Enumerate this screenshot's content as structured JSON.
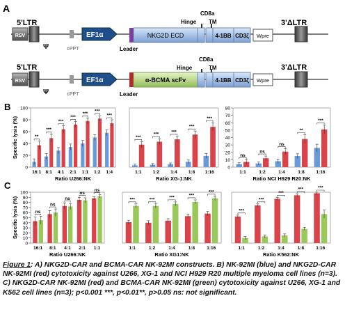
{
  "panels": {
    "a": "A",
    "b": "B",
    "c": "C"
  },
  "construct_a": {
    "ltr5": "5'LTR",
    "ltr3": "3'ΔLTR",
    "rsv": "RSV",
    "psi": "Ψ",
    "cppt": "cPPT",
    "ef1a": "EF1α",
    "leader": "Leader",
    "hinge": "Hinge",
    "cd8a": "CD8a",
    "tm": "TM",
    "ecd": "NKG2D ECD",
    "bb": "4-1BB",
    "cd3z": "CD3ζ",
    "wpre": "Wpre"
  },
  "construct_b": {
    "ltr5": "5'LTR",
    "ltr3": "3'ΔLTR",
    "rsv": "RSV",
    "psi": "Ψ",
    "cppt": "cPPT",
    "ef1a": "EF1α",
    "leader": "Leader",
    "hinge": "Hinge",
    "cd8a": "CD8a",
    "tm": "TM",
    "ecd": "α-BCMA scFv",
    "bb": "4-1BB",
    "cd3z": "CD3ζ",
    "wpre": "Wpre"
  },
  "chart_data": [
    {
      "type": "bar",
      "panel": "B",
      "ylabel": "Specific lysis (%)",
      "xlabel": "Ratio U266:NK",
      "ylim": [
        0,
        100
      ],
      "yticks": [
        0,
        20,
        40,
        60,
        80,
        100
      ],
      "categories": [
        "16:1",
        "8:1",
        "4:1",
        "2:1",
        "1:1",
        "1:2",
        "1:4"
      ],
      "series": [
        {
          "values": [
            9,
            18,
            28,
            34,
            40,
            50,
            58
          ],
          "errors": [
            5,
            5,
            5,
            5,
            5,
            5,
            5
          ]
        },
        {
          "values": [
            37,
            49,
            64,
            72,
            78,
            82,
            74
          ],
          "errors": [
            7,
            7,
            6,
            5,
            5,
            5,
            6
          ]
        }
      ],
      "sig": [
        "**",
        "***",
        "***",
        "***",
        "***",
        "***",
        "***"
      ],
      "colors": [
        "#6a9bd8",
        "#d9444b"
      ]
    },
    {
      "type": "bar",
      "panel": "B",
      "xlabel": "Ratio XG-1:NK",
      "ylim": [
        0,
        100
      ],
      "categories": [
        "1:1",
        "1:2",
        "1:4",
        "1:8",
        "1:16"
      ],
      "series": [
        {
          "values": [
            3,
            4,
            5,
            9,
            19
          ],
          "errors": [
            2,
            2,
            2,
            3,
            4
          ]
        },
        {
          "values": [
            38,
            43,
            47,
            55,
            68
          ],
          "errors": [
            5,
            5,
            5,
            6,
            7
          ]
        }
      ],
      "sig": [
        "***",
        "***",
        "***",
        "***",
        "***"
      ],
      "colors": [
        "#6a9bd8",
        "#d9444b"
      ]
    },
    {
      "type": "bar",
      "panel": "B",
      "xlabel": "Ratio NCI H929 R20:NK",
      "ylim": [
        0,
        80
      ],
      "yticks": [
        0,
        10,
        20,
        30,
        40,
        50,
        60,
        70,
        80
      ],
      "categories": [
        "1:1",
        "1:2",
        "1:4",
        "1:8",
        "1:16"
      ],
      "series": [
        {
          "values": [
            4,
            5,
            8,
            15,
            26
          ],
          "errors": [
            2,
            2,
            3,
            3,
            5
          ]
        },
        {
          "values": [
            7,
            12,
            21,
            38,
            51
          ],
          "errors": [
            3,
            3,
            4,
            6,
            6
          ]
        }
      ],
      "sig": [
        "ns",
        "ns",
        "ns",
        "**",
        "***"
      ],
      "colors": [
        "#6a9bd8",
        "#d9444b"
      ]
    },
    {
      "type": "bar",
      "panel": "C",
      "ylabel": "Specific lysis (%)",
      "xlabel": "Ratio U266:NK",
      "ylim": [
        0,
        100
      ],
      "yticks": [
        0,
        10,
        20,
        30,
        40,
        50,
        60,
        70,
        80,
        90,
        100
      ],
      "categories": [
        "16:1",
        "8:1",
        "4:1",
        "2:1",
        "1:1"
      ],
      "series": [
        {
          "values": [
            43,
            57,
            73,
            85,
            88
          ],
          "errors": [
            8,
            7,
            6,
            5,
            3
          ]
        },
        {
          "values": [
            45,
            60,
            72,
            84,
            92
          ],
          "errors": [
            8,
            7,
            6,
            5,
            3
          ]
        }
      ],
      "sig": [
        "ns",
        "ns",
        "ns",
        "ns",
        "ns"
      ],
      "colors": [
        "#d9444b",
        "#9bc85a"
      ]
    },
    {
      "type": "bar",
      "panel": "C",
      "xlabel": "Ratio XG1:NK",
      "ylim": [
        0,
        100
      ],
      "categories": [
        "1:1",
        "1:2",
        "1:4",
        "1:8",
        "1:16"
      ],
      "series": [
        {
          "values": [
            41,
            40,
            44,
            53,
            58
          ],
          "errors": [
            4,
            4,
            4,
            4,
            4
          ]
        },
        {
          "values": [
            73,
            73,
            77,
            81,
            88
          ],
          "errors": [
            4,
            4,
            4,
            4,
            4
          ]
        }
      ],
      "sig": [
        "***",
        "***",
        "***",
        "***",
        "***"
      ],
      "colors": [
        "#d9444b",
        "#9bc85a"
      ]
    },
    {
      "type": "bar",
      "panel": "C",
      "xlabel": "Ratio K562:NK",
      "ylim": [
        0,
        100
      ],
      "categories": [
        "1:1",
        "1:2",
        "1:4",
        "1:8",
        "1:16"
      ],
      "series": [
        {
          "values": [
            52,
            74,
            87,
            94,
            98
          ],
          "errors": [
            3,
            3,
            3,
            3,
            3
          ]
        },
        {
          "values": [
            10,
            13,
            15,
            28,
            57
          ],
          "errors": [
            3,
            3,
            3,
            3,
            8
          ]
        }
      ],
      "sig": [
        "***",
        "***",
        "***",
        "***",
        "***"
      ],
      "colors": [
        "#d9444b",
        "#9bc85a"
      ]
    }
  ],
  "caption": {
    "label": "Figure 1",
    "text": ": A) NKG2D-CAR and BCMA-CAR NK-92MI constructs. B) NK-92MI (blue) and NKG2D-CAR NK-92MI (red) cytotoxicity against U266, XG-1 and NCI H929 R20 multiple myeloma cell lines (n=3). C) NKG2D-CAR NK-92MI (red) and BCMA-CAR NK-92MI (green) cytotoxicity against U266, XG-1 and K562 cell lines (n=3); p<0.001 ***, p<0.01**, p>0.05 ns: not significant."
  }
}
